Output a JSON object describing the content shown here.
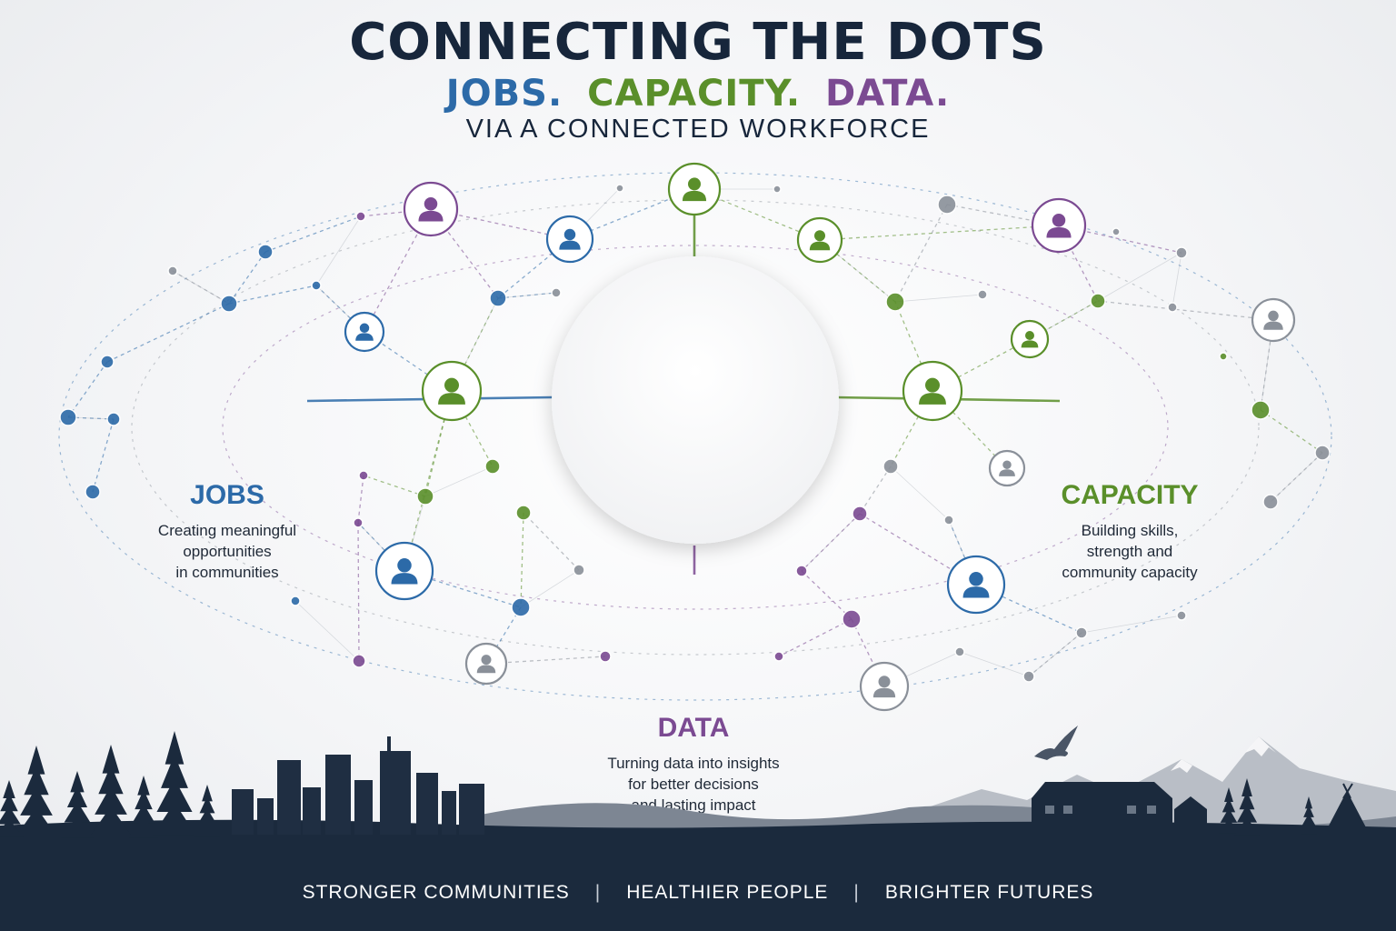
{
  "header": {
    "title": "CONNECTING THE DOTS",
    "subtitle": {
      "part1": "JOBS.",
      "part2": "CAPACITY.",
      "part3": "DATA."
    },
    "tagline": "VIA A CONNECTED WORKFORCE"
  },
  "pillars": {
    "jobs": {
      "title": "JOBS",
      "line1": "Creating meaningful",
      "line2": "opportunities",
      "line3": "in communities"
    },
    "capacity": {
      "title": "CAPACITY",
      "line1": "Building skills,",
      "line2": "strength and",
      "line3": "community capacity"
    },
    "data": {
      "title": "DATA",
      "line1": "Turning data into insights",
      "line2": "for better decisions",
      "line3": "and lasting impact"
    }
  },
  "footer": {
    "item1": "STRONGER COMMUNITIES",
    "item2": "HEALTHIER PEOPLE",
    "item3": "BRIGHTER FUTURES"
  },
  "colors": {
    "blue": "#2c6aa8",
    "green": "#5a8f2a",
    "purple": "#7b4a92",
    "gray": "#8a9099",
    "navy": "#17263b",
    "footer": "#1b2a3d"
  },
  "icons": {
    "person": "person-icon",
    "eagle": "eagle-icon",
    "house": "house-icon",
    "teepee": "teepee-icon"
  }
}
